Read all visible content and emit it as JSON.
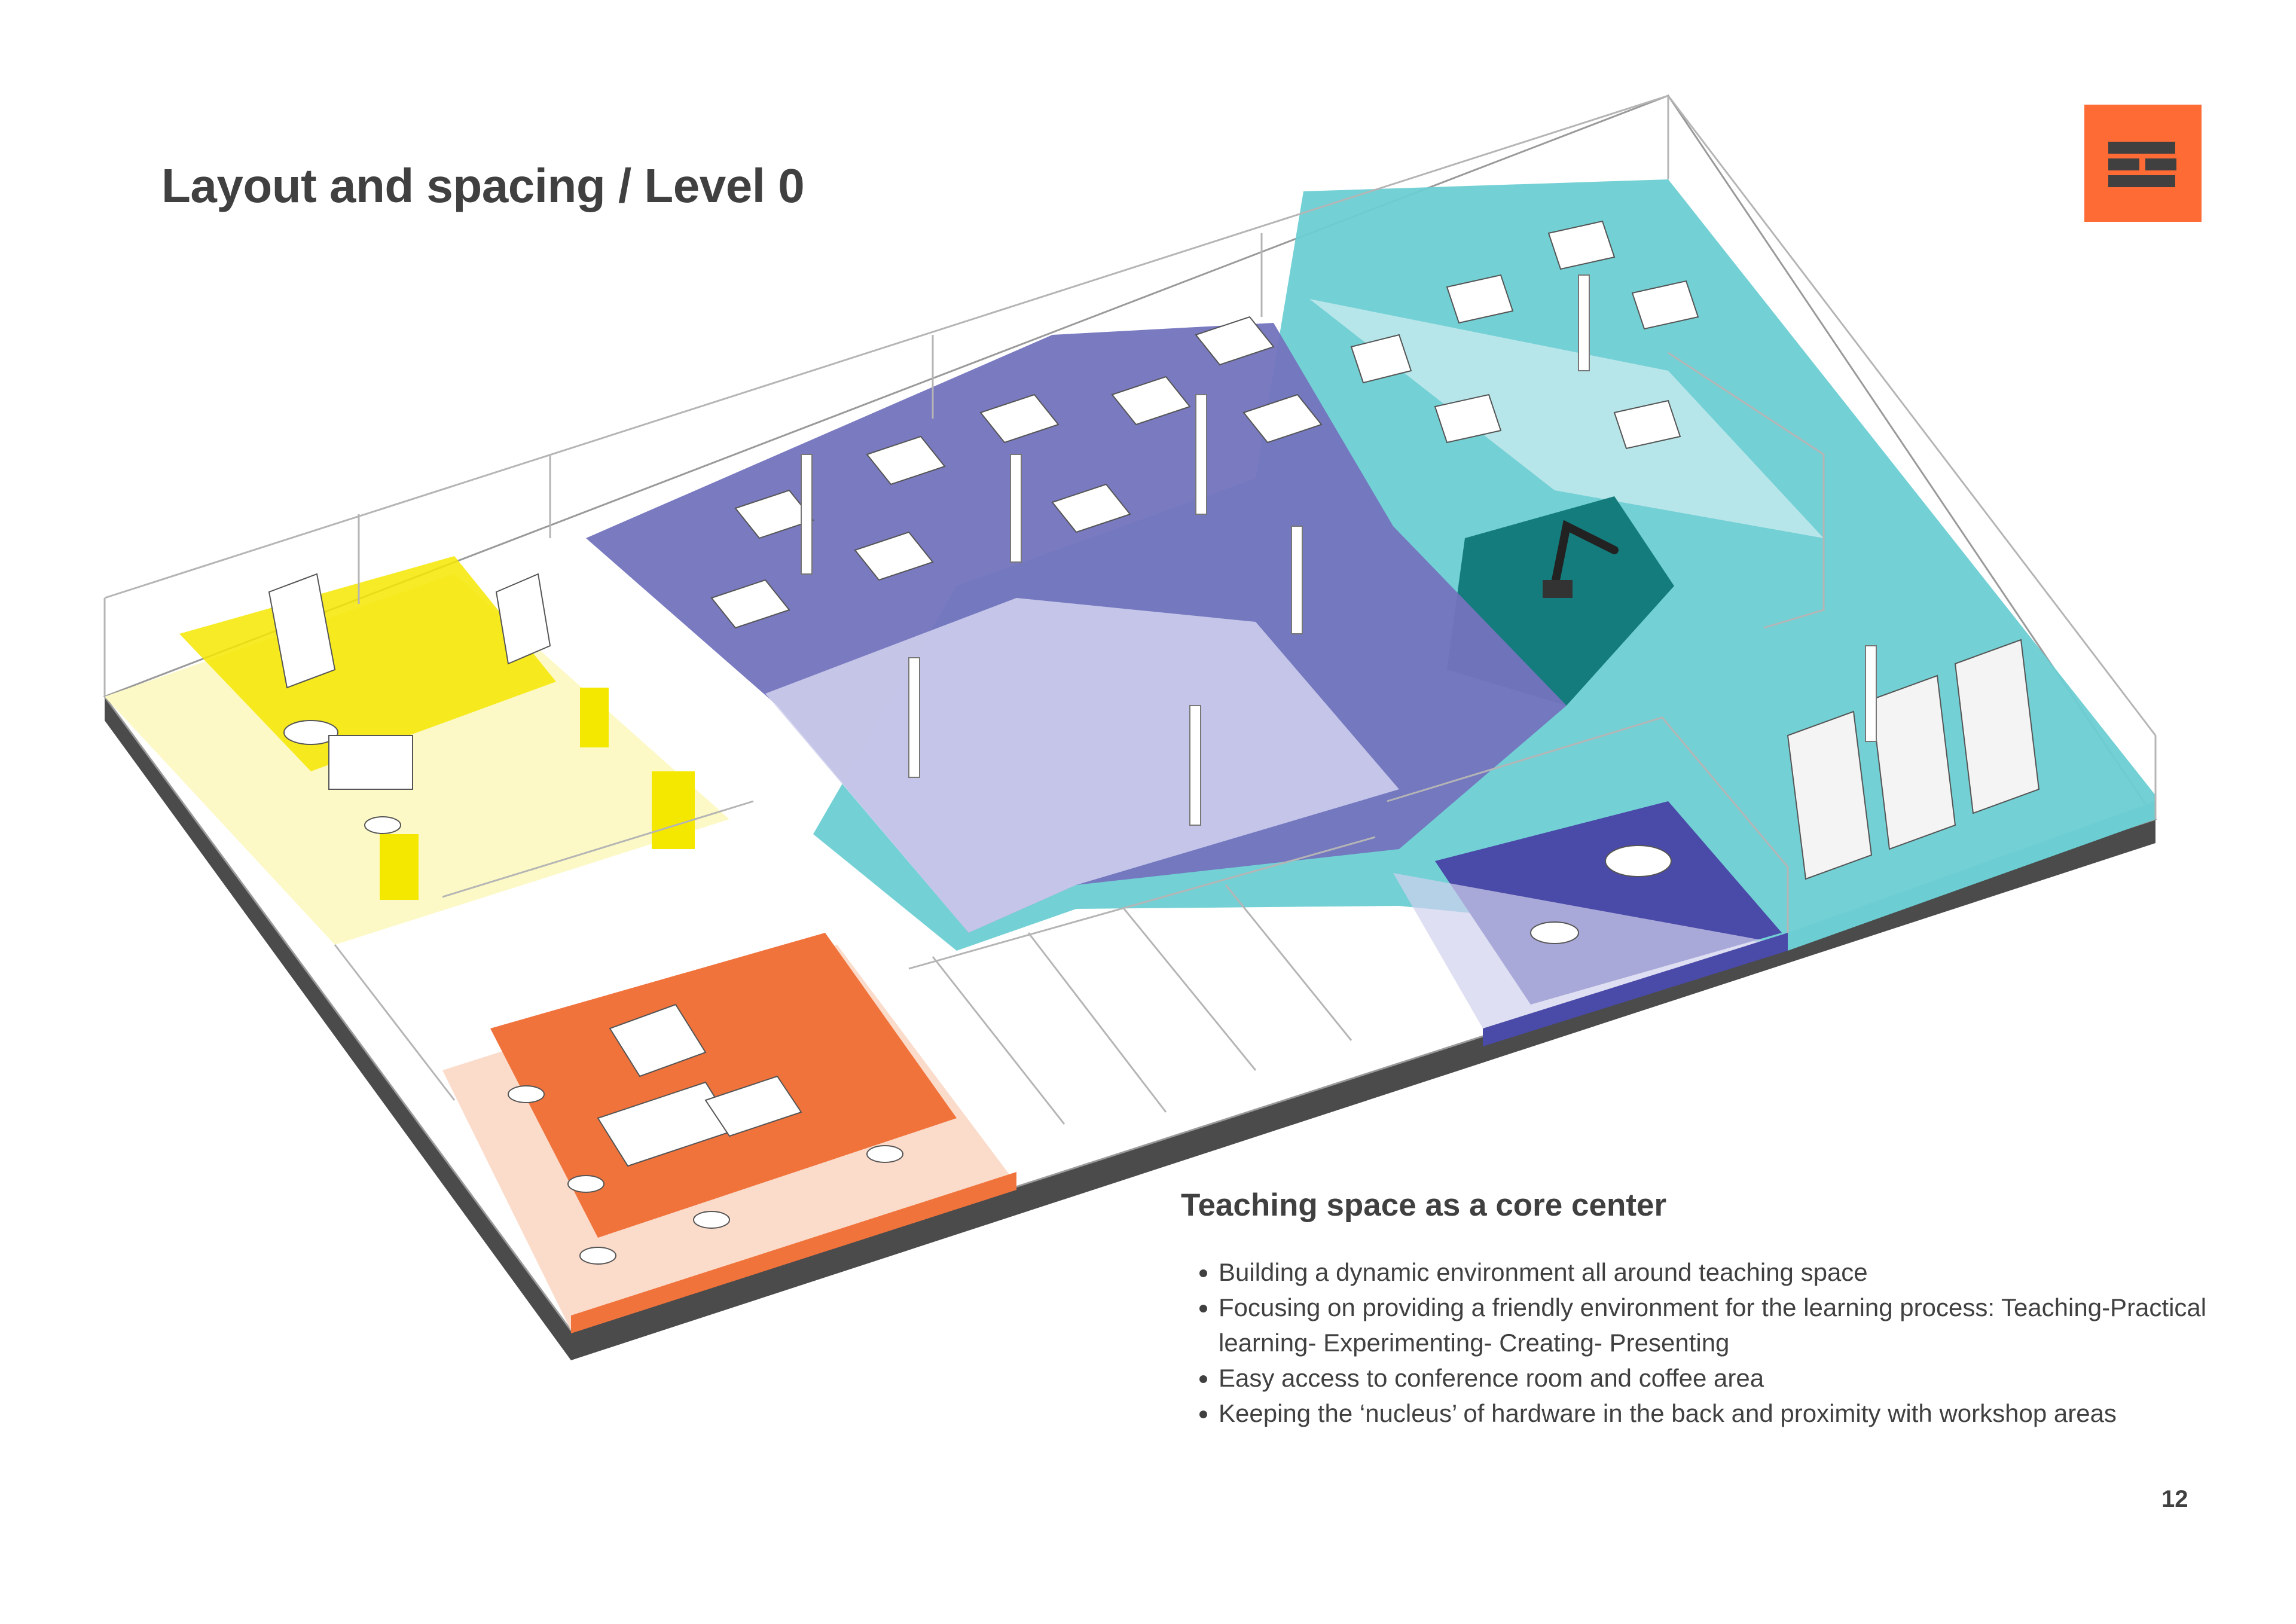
{
  "header": {
    "title": "Layout and spacing / Level 0"
  },
  "logo": {
    "icon": "brand-logo-icon",
    "bg_color": "#FF6B35",
    "bar_color": "#404040"
  },
  "zones": {
    "colors": {
      "workshop_yellow": "#F5E800",
      "workshop_yellow_light": "#FCF9C6",
      "teaching_purple": "#7373BE",
      "teaching_purple_light": "#D2D2EE",
      "lab_teal": "#6CCDD3",
      "lab_teal_light": "#D4EFF2",
      "robot_dark_teal": "#147C7C",
      "coffee_orange": "#F0733C",
      "coffee_orange_light": "#FBDCCB",
      "conference_blue": "#4A4AA8"
    }
  },
  "info": {
    "heading": "Teaching space as a core center",
    "bullets": [
      "Building a dynamic environment all around teaching space",
      "Focusing on providing a friendly environment for the learning process: Teaching-Practical learning- Experimenting- Creating- Presenting",
      "Easy access to conference room and coffee area",
      "Keeping the ‘nucleus’ of hardware in the back and proximity with workshop areas"
    ]
  },
  "footer": {
    "page_number": "12"
  }
}
